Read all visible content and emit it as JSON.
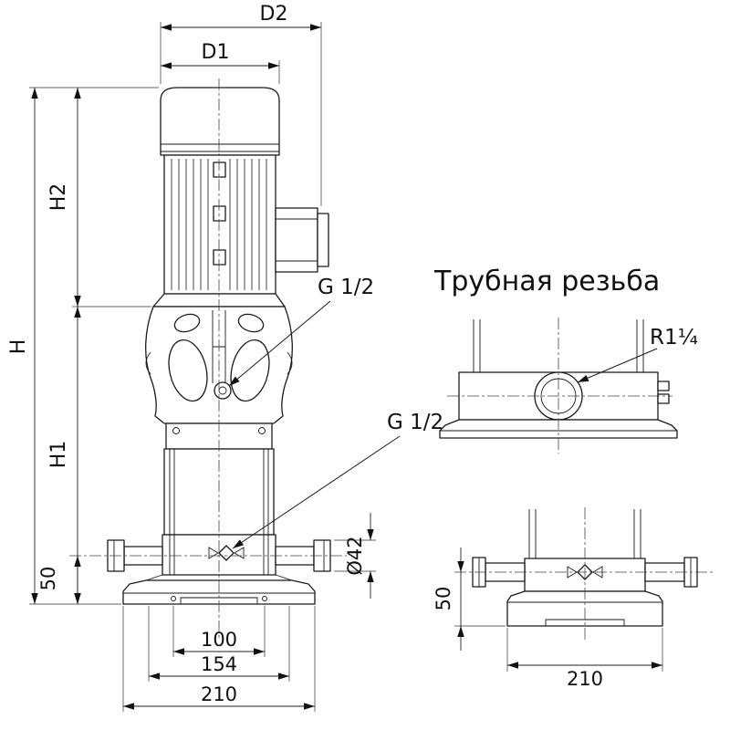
{
  "colors": {
    "ink": "#1a1a1a",
    "background": "#ffffff"
  },
  "drawing": {
    "main_view": {
      "dim_d2": "D2",
      "dim_d1": "D1",
      "dim_h2": "H2",
      "dim_h": "H",
      "dim_h1": "H1",
      "dim_base_height": "50",
      "thread_port_top": "G 1/2",
      "thread_port_bottom": "G 1/2",
      "dim_pipe_od": "Ø42",
      "dim_bolt_spacing": "100",
      "dim_foot_spacing": "154",
      "dim_base_width": "210"
    },
    "side_section": {
      "title": "Трубная резьба",
      "thread_size": "R1¼",
      "dim_base_height": "50",
      "dim_base_width": "210"
    }
  }
}
